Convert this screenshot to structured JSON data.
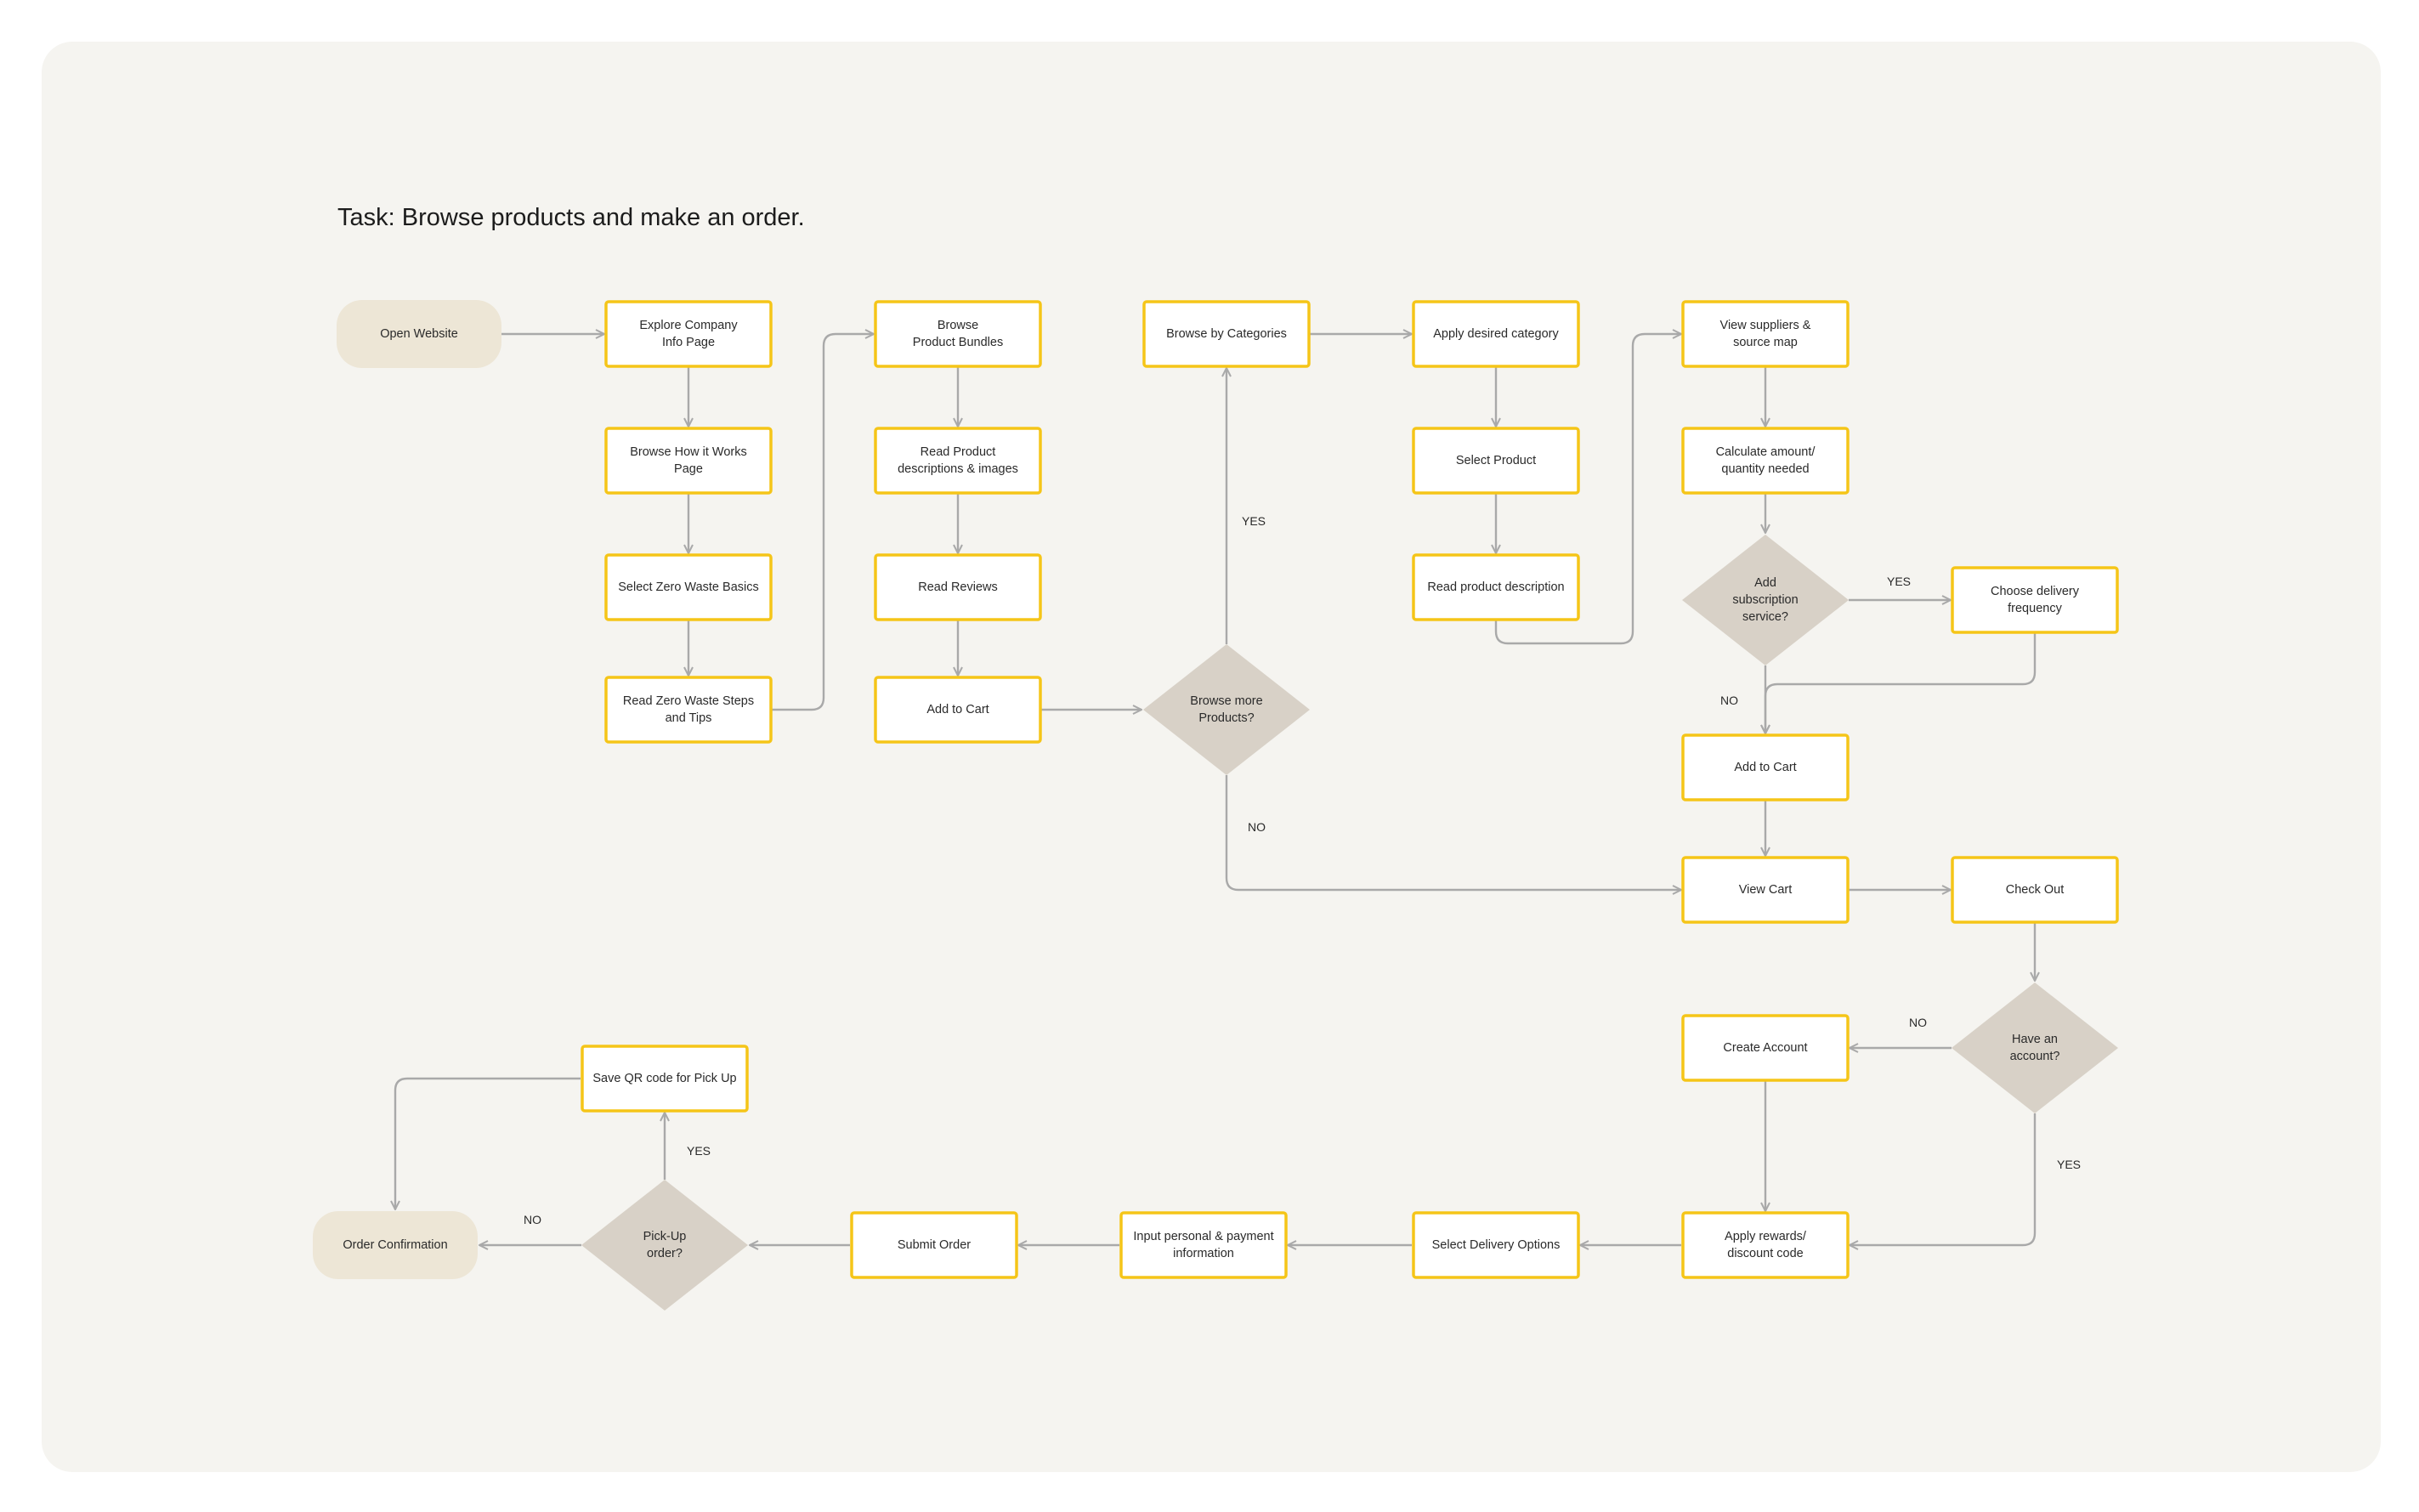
{
  "title": "Task: Browse products and make an order.",
  "colors": {
    "card_bg": "#f5f4f0",
    "process_border": "#f5c518",
    "process_fill": "#ffffff",
    "terminal_fill": "#ede6d6",
    "decision_fill": "#d8d1c7",
    "connector": "#a9a9a9",
    "text": "#2a2a2a"
  },
  "nodes": {
    "open_website": "Open Website",
    "explore_company": "Explore Company\nInfo Page",
    "browse_how": "Browse How it Works\nPage",
    "select_zero": "Select Zero Waste Basics",
    "read_zero": "Read Zero Waste Steps\nand Tips",
    "browse_bundles": "Browse\nProduct Bundles",
    "read_descriptions": "Read Product\ndescriptions & images",
    "read_reviews": "Read Reviews",
    "add_cart_1": "Add to Cart",
    "browse_more": "Browse more\nProducts?",
    "browse_categories": "Browse by Categories",
    "apply_category": "Apply desired category",
    "select_product": "Select Product",
    "read_product_desc": "Read product description",
    "view_suppliers": "View suppliers &\nsource map",
    "calculate": "Calculate amount/\nquantity needed",
    "add_subscription": "Add\nsubscription\nservice?",
    "choose_delivery": "Choose delivery\nfrequency",
    "add_cart_2": "Add to Cart",
    "view_cart": "View Cart",
    "check_out": "Check Out",
    "have_account": "Have an\naccount?",
    "create_account": "Create Account",
    "apply_rewards": "Apply rewards/\ndiscount code",
    "select_delivery": "Select Delivery Options",
    "input_personal": "Input personal & payment\ninformation",
    "submit_order": "Submit Order",
    "pickup_order": "Pick-Up\norder?",
    "save_qr": "Save QR code for Pick Up",
    "order_confirmation": "Order Confirmation"
  },
  "edge_labels": {
    "browse_more_yes": "YES",
    "browse_more_no": "NO",
    "subscription_yes": "YES",
    "subscription_no": "NO",
    "account_no": "NO",
    "account_yes": "YES",
    "pickup_yes": "YES",
    "pickup_no": "NO"
  }
}
